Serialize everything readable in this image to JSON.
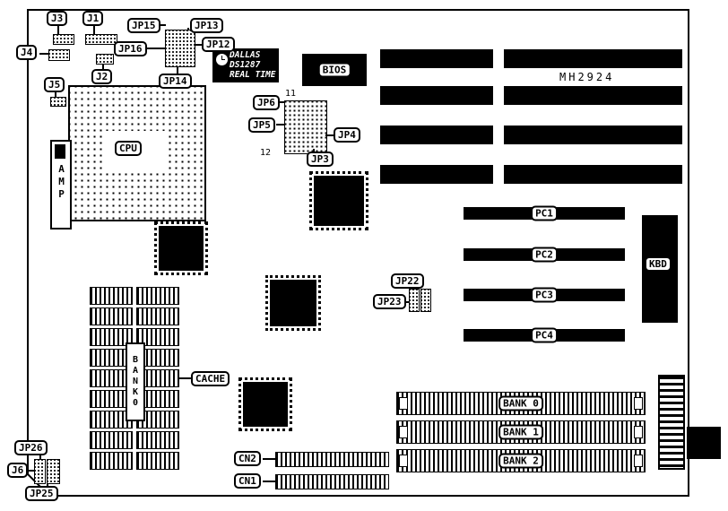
{
  "colors": {
    "ink": "#000000",
    "paper": "#ffffff"
  },
  "board": {
    "part_number": "MH2924"
  },
  "callouts": {
    "j3": "J3",
    "j1": "J1",
    "jp15": "JP15",
    "jp13": "JP13",
    "j4": "J4",
    "jp16": "JP16",
    "jp12": "JP12",
    "j5": "J5",
    "j2": "J2",
    "jp14": "JP14",
    "jp6": "JP6",
    "jp5": "JP5",
    "jp4": "JP4",
    "jp3": "JP3",
    "jp22": "JP22",
    "jp23": "JP23",
    "jp26": "JP26",
    "j6": "J6",
    "jp25": "JP25",
    "cn2": "CN2",
    "cn1": "CN1",
    "cpu": "CPU",
    "cache": "CACHE",
    "kbd": "KBD",
    "bios": "BIOS"
  },
  "rtc": {
    "line1": "DALLAS",
    "line2": "DS1287",
    "line3": "REAL TIME"
  },
  "amp_label": "AMP",
  "pin_numbers": {
    "p11": "11",
    "p12": "12"
  },
  "slots": {
    "pc": [
      "PC1",
      "PC2",
      "PC3",
      "PC4"
    ],
    "simm": [
      "BANK 0",
      "BANK 1",
      "BANK 2"
    ]
  },
  "cache_bank_vertical": "BANK0"
}
